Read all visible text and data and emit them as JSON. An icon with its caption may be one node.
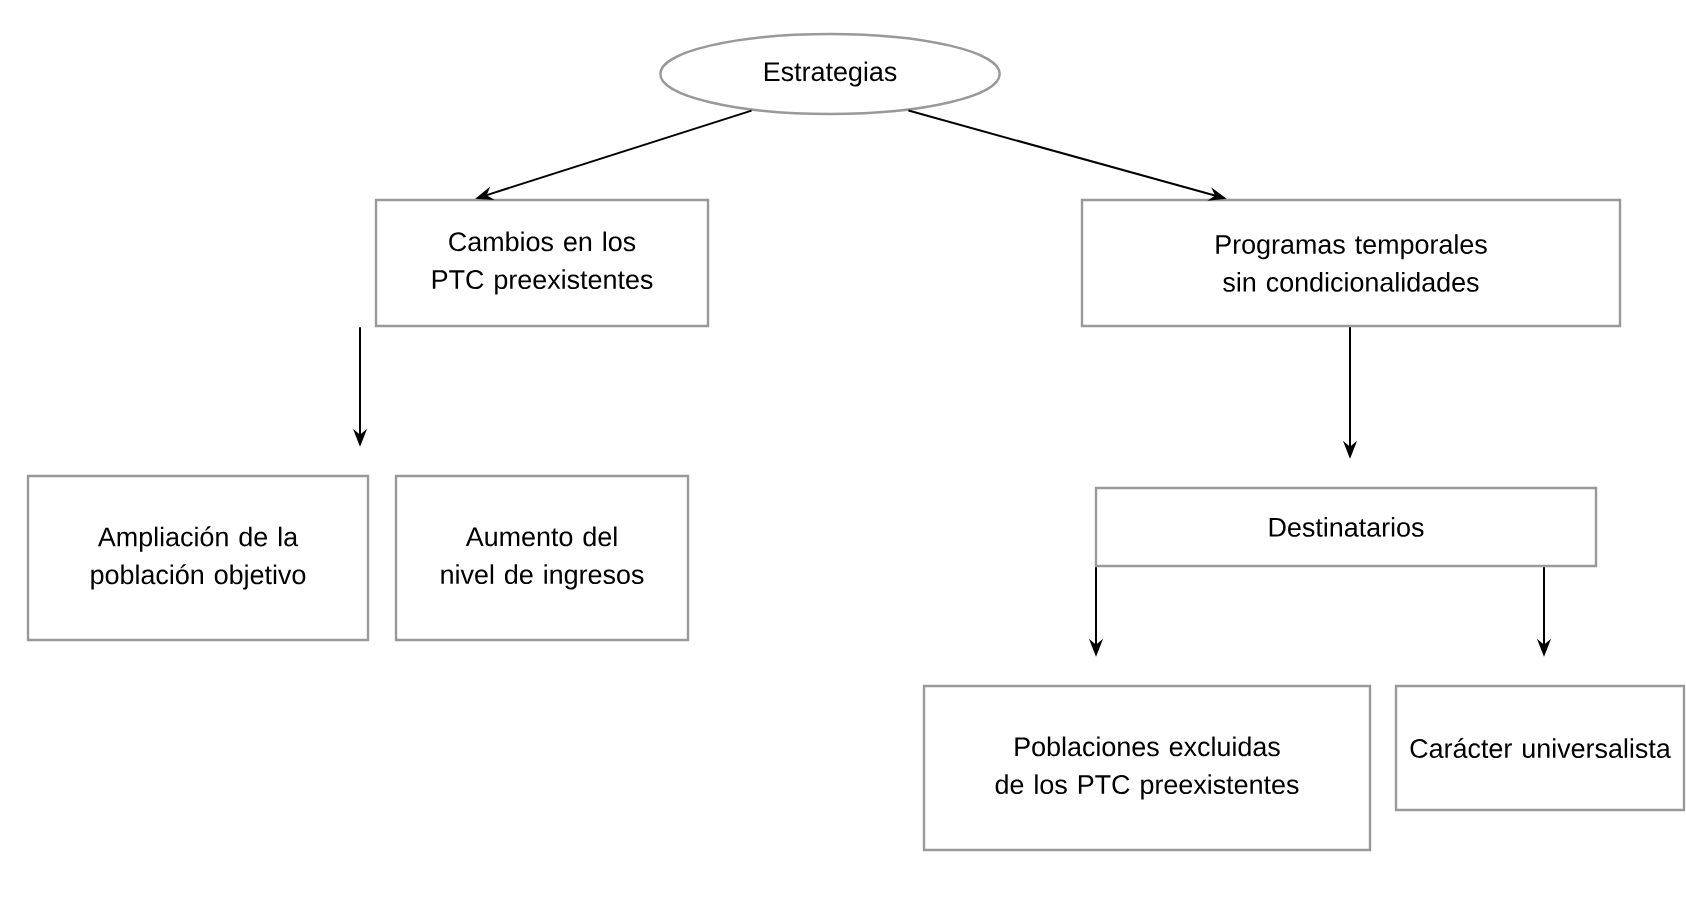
{
  "diagram": {
    "nodes": [
      {
        "text": [
          "Estrategias"
        ]
      },
      {
        "text": [
          "Cambios en los PTC preexistentes"
        ]
      },
      {
        "text": [
          "Programas temporales sin condicionalidades"
        ]
      },
      {
        "text": [
          "Ampliación de la población objetivo"
        ]
      },
      {
        "text": [
          "Aumento del nivel de ingresos"
        ]
      },
      {
        "text": [
          "Destinatarios"
        ]
      },
      {
        "text": [
          "Poblaciones excluidas de los PTC preexistentes"
        ]
      },
      {
        "text": [
          "Carácter universalista"
        ]
      }
    ],
    "edges": [
      {
        "from": 0,
        "to": 1,
        "arrow": "to"
      },
      {
        "from": 0,
        "to": 2,
        "arrow": "to"
      },
      {
        "from": 1,
        "to": 3,
        "arrow": "to"
      },
      {
        "from": 2,
        "to": 5,
        "arrow": "to"
      },
      {
        "from": 5,
        "to": 6,
        "arrow": "to"
      },
      {
        "from": 5,
        "to": 7,
        "arrow": "to"
      }
    ]
  }
}
